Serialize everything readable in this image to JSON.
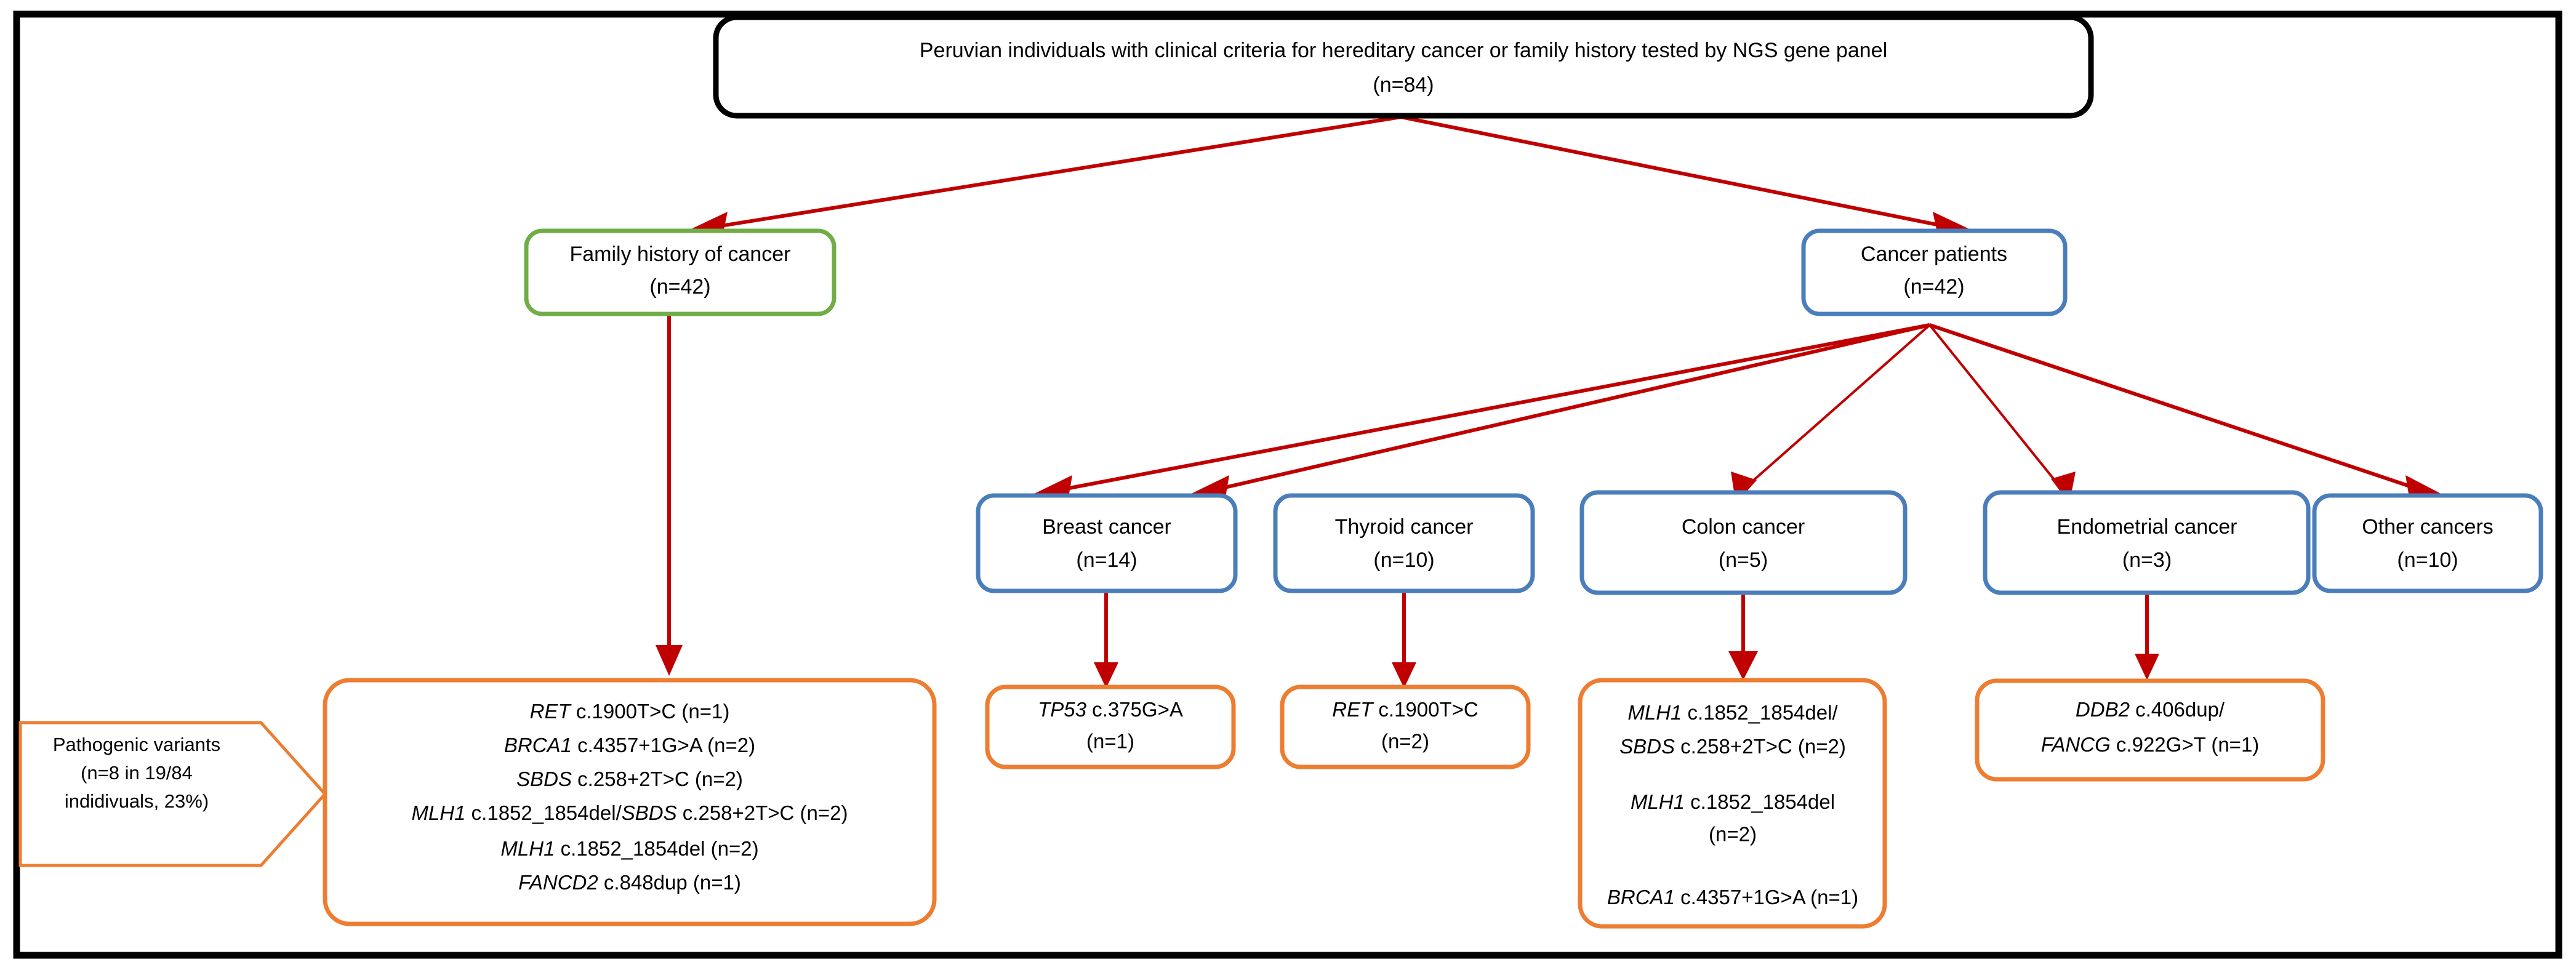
{
  "diagram": {
    "title_node": {
      "name": "cohort-box",
      "lines": [
        "Peruvian individuals with clinical criteria for hereditary cancer or family history tested by NGS gene panel",
        "(n=84)"
      ],
      "border_color": "#000000"
    },
    "branches": [
      {
        "name": "family-history-box",
        "lines": [
          "Family history of cancer",
          "(n=42)"
        ],
        "border_color": "#70ad47"
      },
      {
        "name": "cancer-patients-box",
        "lines": [
          "Cancer patients",
          "(n=42)"
        ],
        "border_color": "#4a7ebb"
      }
    ],
    "cancer_types": [
      {
        "name": "breast-cancer-box",
        "lines": [
          "Breast cancer",
          "(n=14)"
        ],
        "border_color": "#4a7ebb"
      },
      {
        "name": "thyroid-cancer-box",
        "lines": [
          "Thyroid cancer",
          "(n=10)"
        ],
        "border_color": "#4a7ebb"
      },
      {
        "name": "colon-cancer-box",
        "lines": [
          "Colon  cancer",
          "(n=5)"
        ],
        "border_color": "#4a7ebb"
      },
      {
        "name": "endometrial-cancer-box",
        "lines": [
          "Endometrial  cancer",
          "(n=3)"
        ],
        "border_color": "#4a7ebb"
      },
      {
        "name": "other-cancers-box",
        "lines": [
          "Other cancers",
          "(n=10)"
        ],
        "border_color": "#4a7ebb"
      }
    ],
    "pathogenic_callout": {
      "name": "pathogenic-variants-callout",
      "lines": [
        "Pathogenic variants",
        "(n=8 in 19/84",
        "indidivuals, 23%)"
      ],
      "border_color": "#ed7d31"
    },
    "variant_results": {
      "family_history": {
        "name": "family-history-variants-box",
        "border_color": "#ed7d31",
        "lines": [
          {
            "gene": "RET",
            "rest": " c.1900T>C (n=1)"
          },
          {
            "gene": "BRCA1",
            "rest": " c.4357+1G>A (n=2)"
          },
          {
            "gene": "SBDS",
            "rest": " c.258+2T>C (n=2)"
          },
          {
            "gene": "MLH1",
            "rest": " c.1852_1854del/",
            "gene2": "SBDS",
            "rest2": " c.258+2T>C (n=2)"
          },
          {
            "gene": "MLH1",
            "rest": "  c.1852_1854del (n=2)"
          },
          {
            "gene": "FANCD2",
            "rest": " c.848dup (n=1)"
          }
        ]
      },
      "breast": {
        "name": "breast-variants-box",
        "border_color": "#ed7d31",
        "lines": [
          {
            "gene": "TP53",
            "rest": " c.375G>A"
          },
          {
            "gene": "",
            "rest": "(n=1)"
          }
        ]
      },
      "thyroid": {
        "name": "thyroid-variants-box",
        "border_color": "#ed7d31",
        "lines": [
          {
            "gene": "RET",
            "rest": " c.1900T>C"
          },
          {
            "gene": "",
            "rest": "(n=2)"
          }
        ]
      },
      "colon": {
        "name": "colon-variants-box",
        "border_color": "#ed7d31",
        "lines": [
          {
            "gene": "MLH1",
            "rest": " c.1852_1854del/"
          },
          {
            "gene": "SBDS",
            "rest": " c.258+2T>C (n=2)"
          },
          {
            "gene": "",
            "rest": ""
          },
          {
            "gene": "MLH1",
            "rest": "  c.1852_1854del"
          },
          {
            "gene": "",
            "rest": "(n=2)"
          },
          {
            "gene": "",
            "rest": ""
          },
          {
            "gene": "BRCA1",
            "rest": " c.4357+1G>A (n=1)"
          }
        ]
      },
      "endometrial": {
        "name": "endometrial-variants-box",
        "border_color": "#ed7d31",
        "lines": [
          {
            "gene": "DDB2",
            "rest": " c.406dup/"
          },
          {
            "gene": "FANCG",
            "rest": " c.922G>T (n=1)"
          }
        ]
      }
    },
    "colors": {
      "frame": "#000000",
      "arrow": "#c00000",
      "green": "#70ad47",
      "blue": "#4a7ebb",
      "orange": "#ed7d31"
    }
  }
}
